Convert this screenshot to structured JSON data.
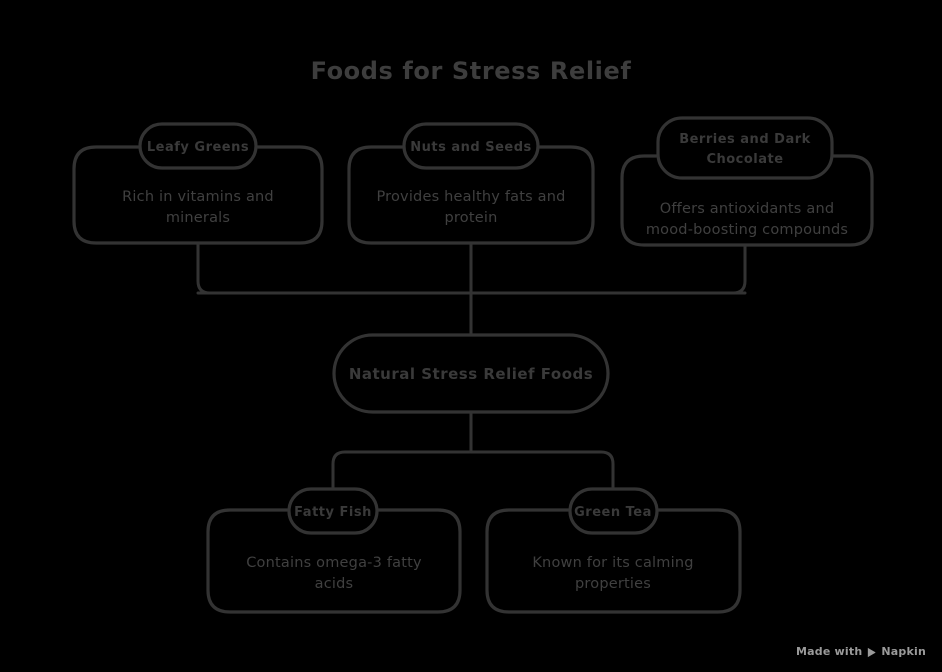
{
  "diagram": {
    "title": "Foods for Stress Relief",
    "type": "hierarchy-mindmap",
    "background_color": "#000000",
    "stroke_color": "#333333",
    "text_color": "#3c3c3c",
    "center": {
      "label": "Natural Stress Relief Foods"
    },
    "top_nodes": [
      {
        "header": "Leafy Greens",
        "header_line1": "Leafy Greens",
        "header_line2": "",
        "body_line1": "Rich in vitamins and",
        "body_line2": "minerals"
      },
      {
        "header": "Nuts and Seeds",
        "header_line1": "Nuts and Seeds",
        "header_line2": "",
        "body_line1": "Provides healthy fats and",
        "body_line2": "protein"
      },
      {
        "header": "Berries and Dark Chocolate",
        "header_line1": "Berries and Dark",
        "header_line2": "Chocolate",
        "body_line1": "Offers antioxidants and",
        "body_line2": "mood-boosting compounds"
      }
    ],
    "bottom_nodes": [
      {
        "header": "Fatty Fish",
        "header_line1": "Fatty Fish",
        "header_line2": "",
        "body_line1": "Contains omega-3 fatty",
        "body_line2": "acids"
      },
      {
        "header": "Green Tea",
        "header_line1": "Green Tea",
        "header_line2": "",
        "body_line1": "Known for its calming",
        "body_line2": "properties"
      }
    ]
  },
  "watermark": {
    "prefix": "Made with",
    "brand": "Napkin",
    "logo_icon": "napkin-logo-icon",
    "color": "#9a9a9a"
  }
}
